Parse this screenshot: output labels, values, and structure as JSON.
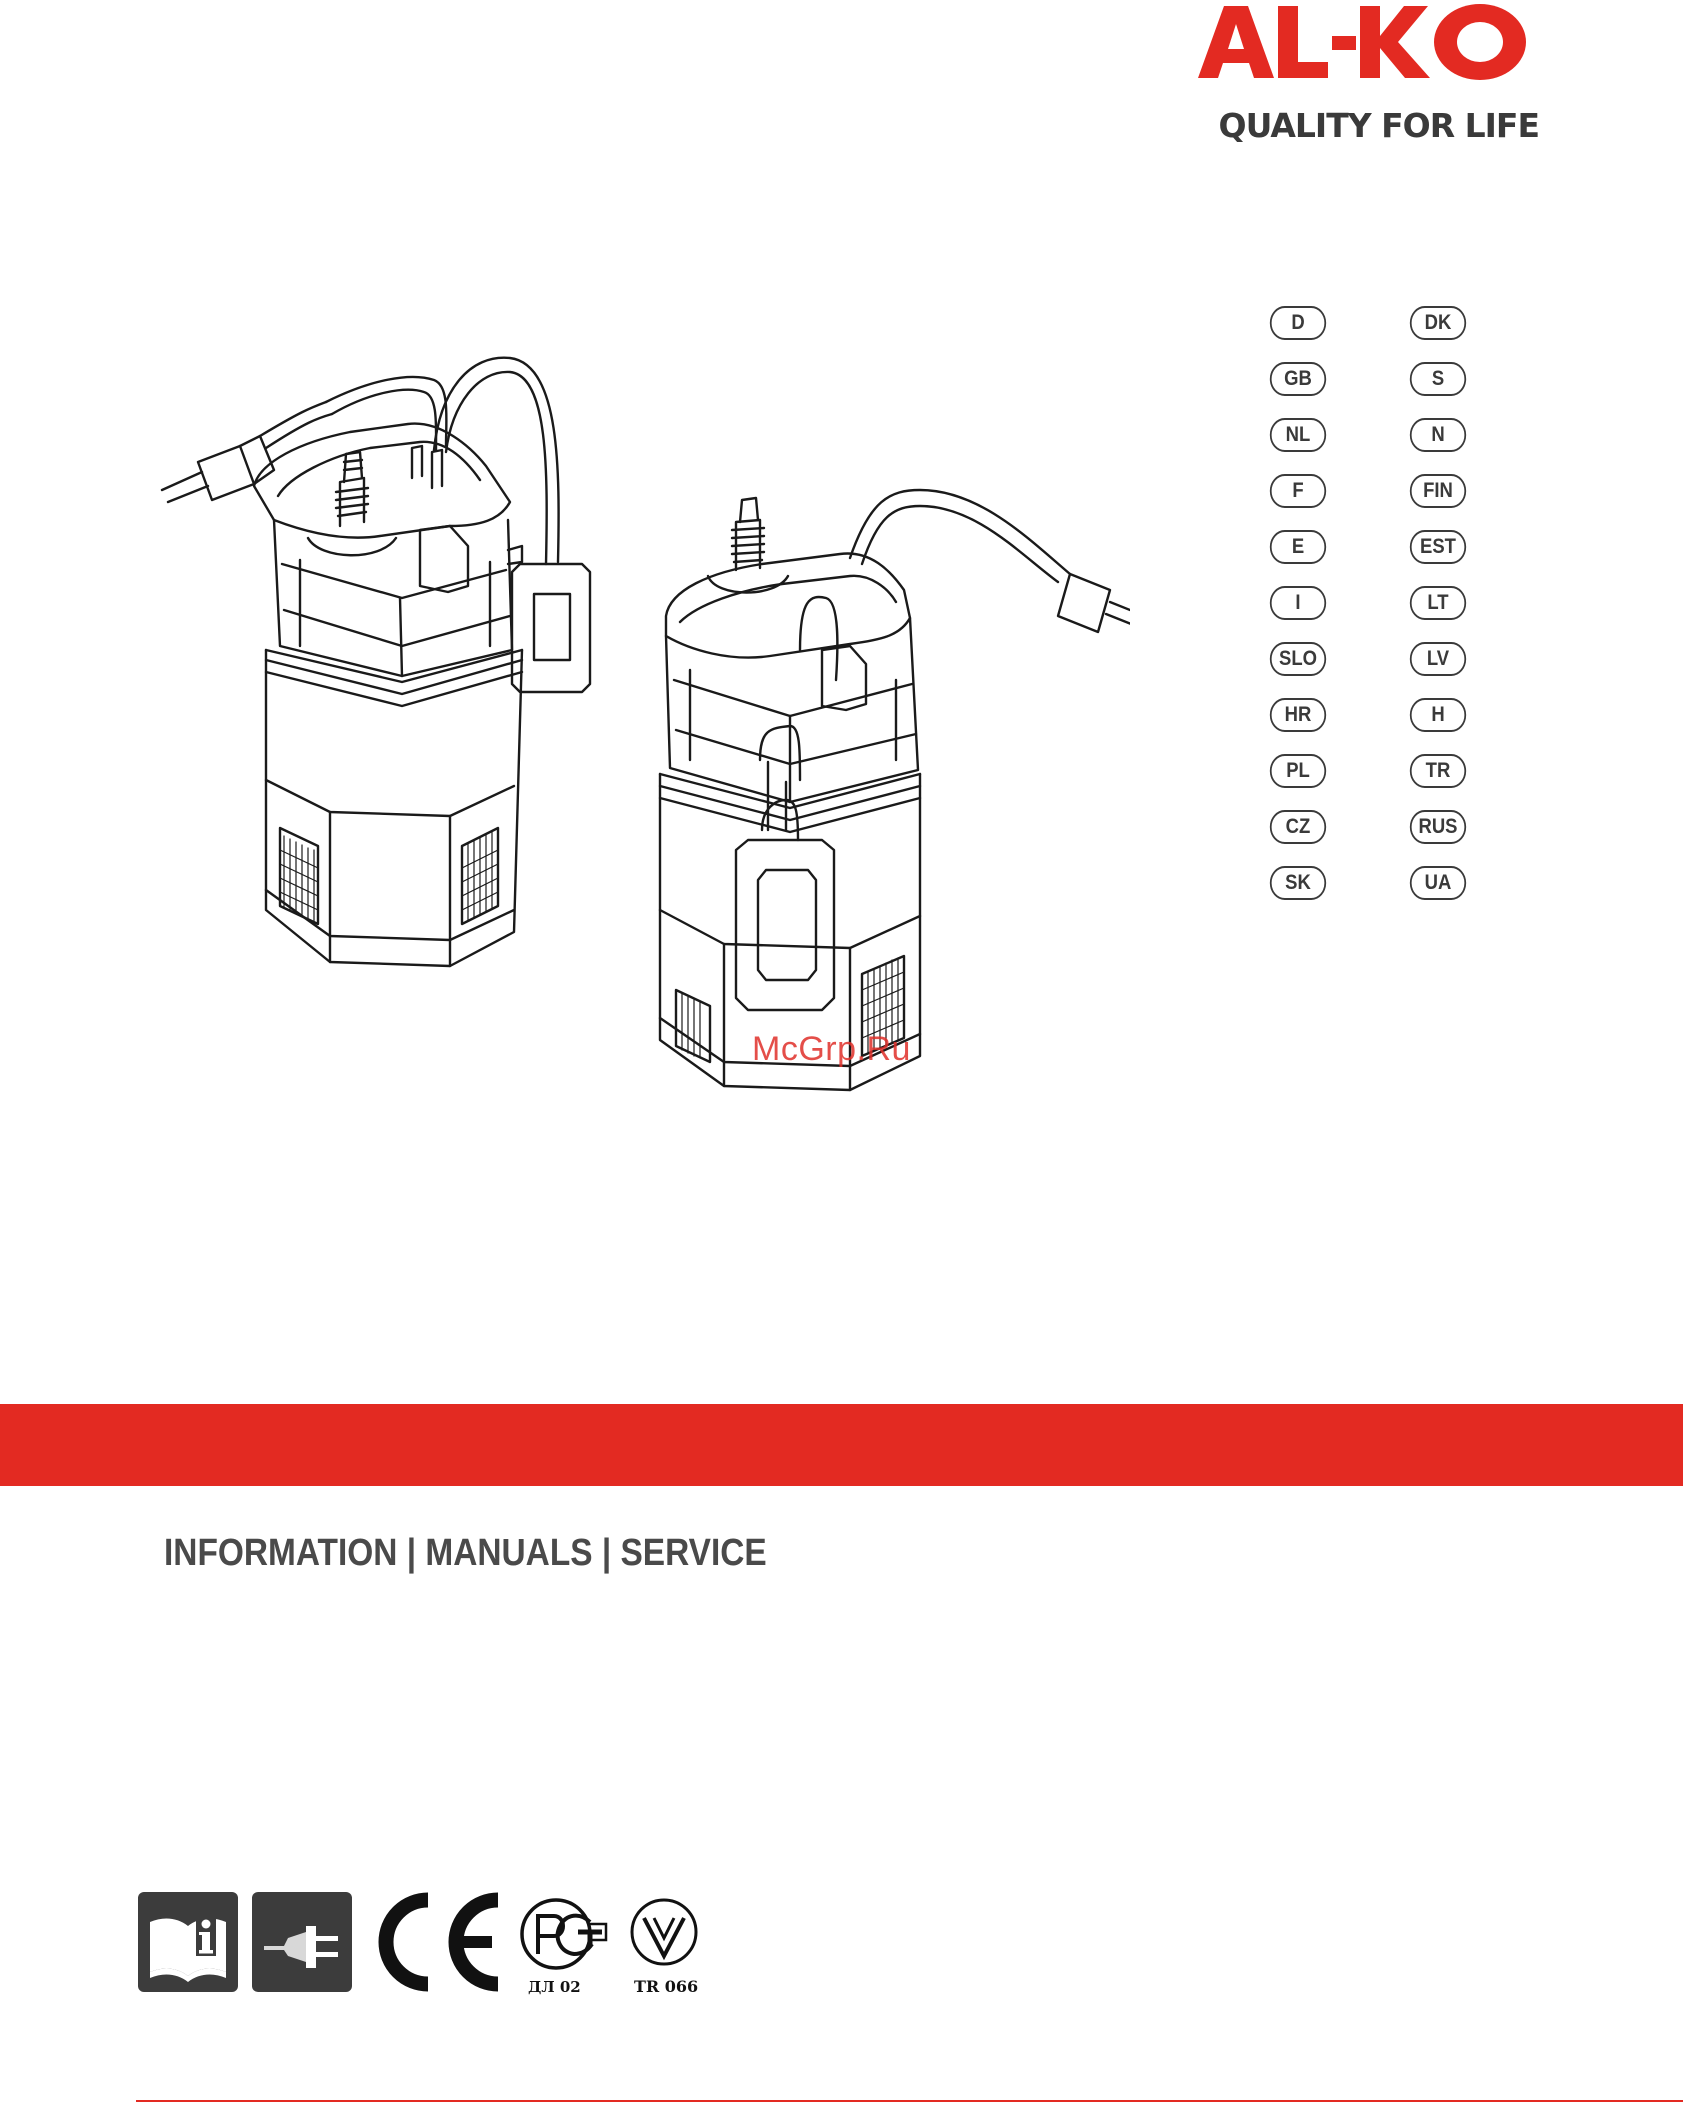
{
  "brand": {
    "logo_text": "AL-KO",
    "tagline": "QUALITY FOR LIFE"
  },
  "colors": {
    "brand_red": "#e32a22",
    "text_gray": "#4a4a4a",
    "watermark_red": "#e0302a"
  },
  "languages": {
    "left_column": [
      "D",
      "GB",
      "NL",
      "F",
      "E",
      "I",
      "SLO",
      "HR",
      "PL",
      "CZ",
      "SK"
    ],
    "right_column": [
      "DK",
      "S",
      "N",
      "FIN",
      "EST",
      "LT",
      "LV",
      "H",
      "TR",
      "RUS",
      "UA"
    ]
  },
  "watermark": "McGrp.Ru",
  "service_title": "INFORMATION | MANUALS | SERVICE",
  "certifications": {
    "icons": [
      "read-manual-icon",
      "unplug-icon",
      "ce-mark",
      "pct-mark",
      "eac-tr-mark"
    ],
    "pct_caption": "ДЛ 02",
    "tr_caption": "TR 066"
  }
}
